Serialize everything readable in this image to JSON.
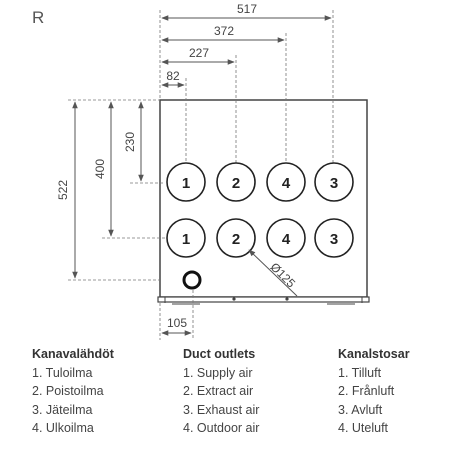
{
  "side_label": "R",
  "dimensions": {
    "top_517": "517",
    "top_372": "372",
    "top_227": "227",
    "top_82": "82",
    "left_230": "230",
    "left_400": "400",
    "left_522": "522",
    "bottom_105": "105",
    "diameter": "Ø125"
  },
  "outlets": {
    "top_row": [
      "1",
      "2",
      "4",
      "3"
    ],
    "bottom_row": [
      "1",
      "2",
      "4",
      "3"
    ]
  },
  "legend": {
    "finnish": {
      "heading": "Kanavalähdöt",
      "items": [
        "1. Tuloilma",
        "2. Poistoilma",
        "3. Jäteilma",
        "4. Ulkoilma"
      ]
    },
    "english": {
      "heading": "Duct outlets",
      "items": [
        "1. Supply air",
        "2. Extract air",
        "3. Exhaust air",
        "4. Outdoor air"
      ]
    },
    "swedish": {
      "heading": "Kanalstosar",
      "items": [
        "1. Tilluft",
        "2. Frånluft",
        "3. Avluft",
        "4. Uteluft"
      ]
    }
  }
}
